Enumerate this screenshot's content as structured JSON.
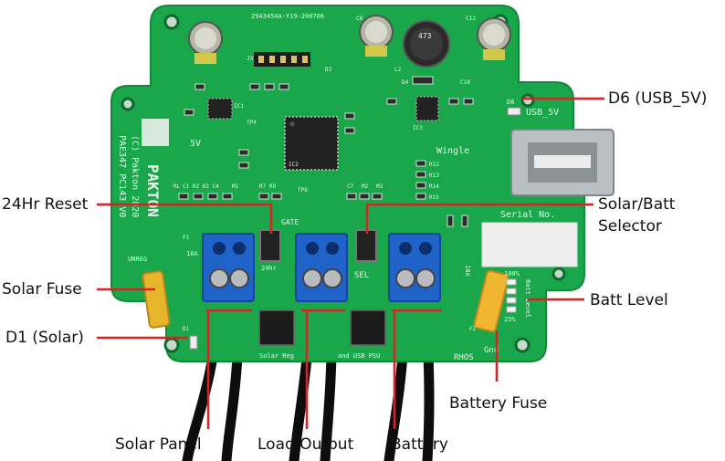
{
  "callouts": {
    "d6": "D6 (USB_5V)",
    "reset": "24Hr Reset",
    "selector_line1": "Solar/Batt",
    "selector_line2": "Selector",
    "solar_fuse": "Solar Fuse",
    "d1": "D1 (Solar)",
    "batt_level": "Batt Level",
    "battery_fuse": "Battery Fuse",
    "solar_panel": "Solar Panel",
    "load_output": "Load Output",
    "battery": "Battery"
  },
  "silkscreen": {
    "part_number": "2943454A-Y19-200706",
    "copyright": "(C) Pakton 2020",
    "model": "PAE347 PC143 V0",
    "brand": "PAKTON",
    "usb_label": "USB_5V",
    "d6_ref": "D6",
    "wingle": "Wingle",
    "serial": "Serial No.",
    "v5": "5V",
    "gate": "GATE",
    "unreg": "UNREG",
    "sel": "SEL",
    "rhos": "RHOS",
    "gnd": "Gnd",
    "solar_reg": "Solar Reg",
    "usb_psu": "and USB PSU",
    "hr24": "24hr",
    "fuse10a_1": "10A",
    "fuse10a_2": "10A",
    "pct100": "100%",
    "pct25": "25%",
    "batt_level_silk": "Batt Level",
    "coil": "473",
    "ic2": "IC2",
    "ic1": "IC1",
    "ic3": "IC3",
    "l2": "L2",
    "d4": "D4",
    "c10": "C10",
    "c12": "C12",
    "c8": "C8",
    "d3": "D3",
    "j3": "J3",
    "tp4": "TP4",
    "tp6": "TP6",
    "r12": "R12",
    "r13": "R13",
    "r14": "R14",
    "r15": "R15",
    "f1": "F1",
    "f2": "F2",
    "d1ref": "D1",
    "rl": "RL",
    "m1": "M1",
    "m2": "M2",
    "m3": "M3",
    "c7": "C7",
    "r7r9": "R7 R9",
    "c1r2r3c4": "C1 R2 R3 C4"
  },
  "colors": {
    "pcb": "#1aa64a",
    "pcb_edge": "#11883a",
    "terminal": "#1f63c9",
    "fuse": "#e7b52a",
    "cable": "#111111"
  }
}
